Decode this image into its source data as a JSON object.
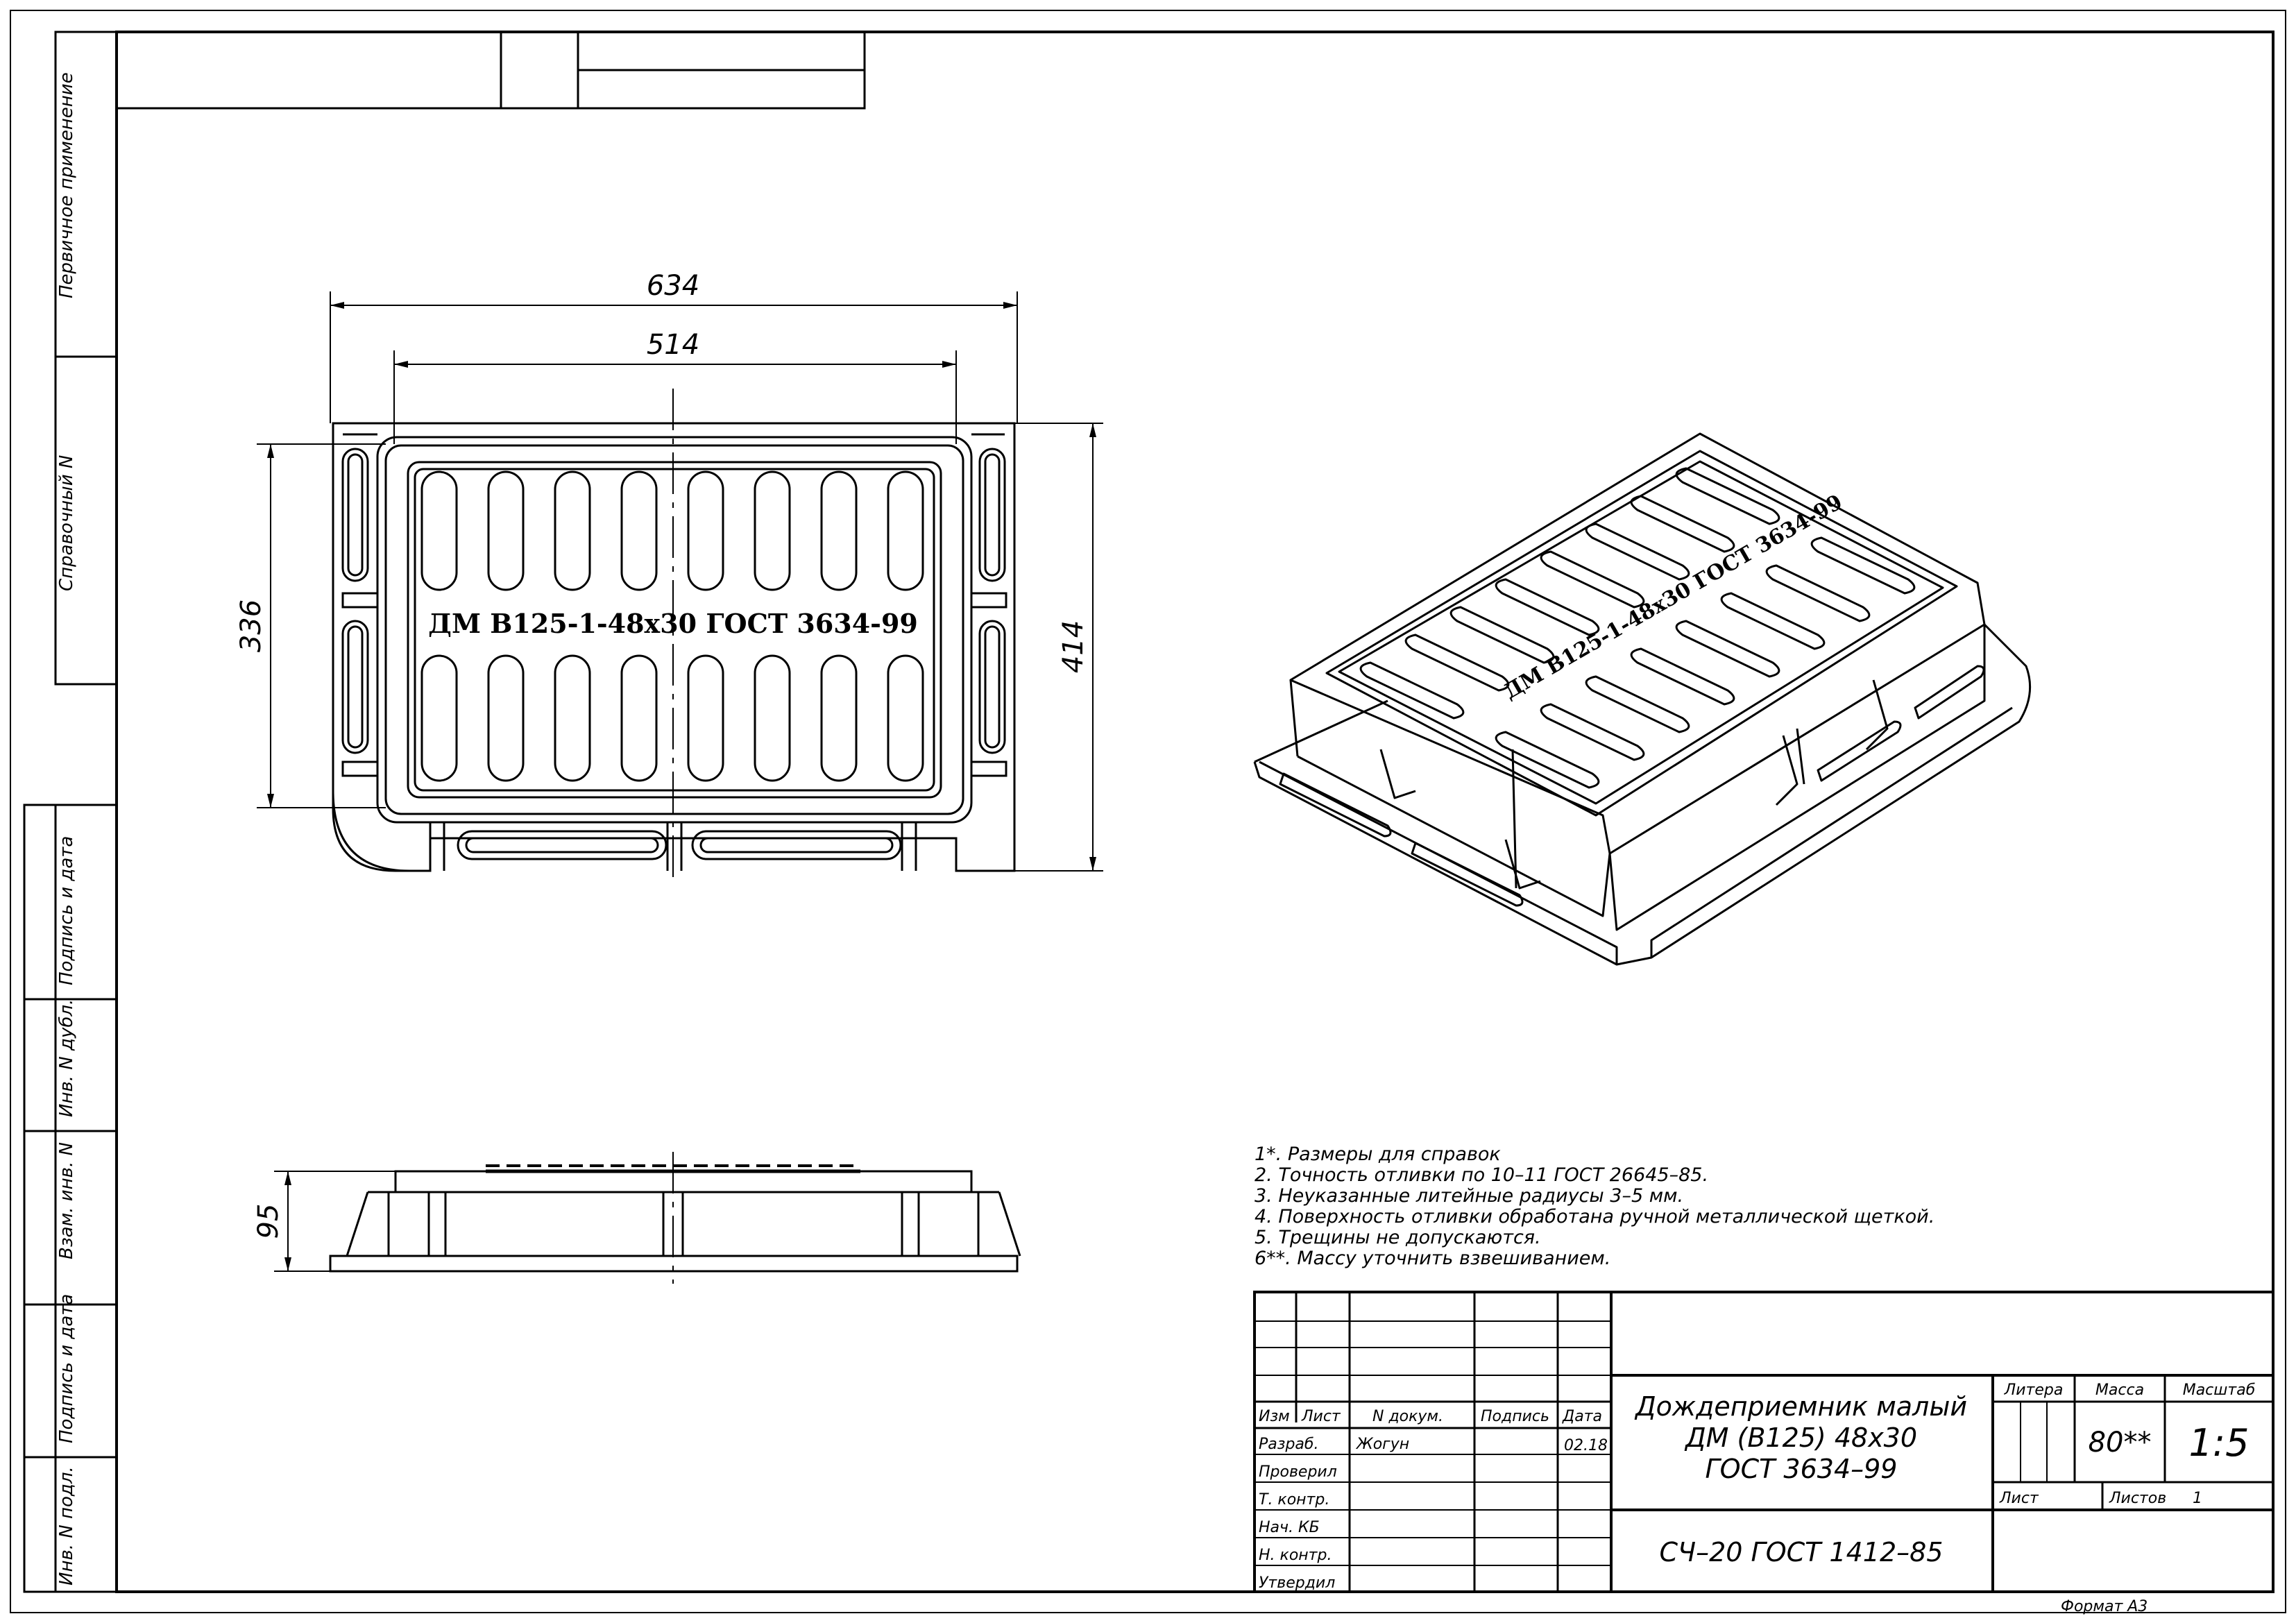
{
  "side_labels": {
    "first_use": "Первичное применение",
    "reference": "Справочный N",
    "sign_date_1": "Подпись и дата",
    "inv_dubl": "Инв. N дубл.",
    "vzam": "Взам. инв. N",
    "sign_date_2": "Подпись и дата",
    "inv_podl": "Инв. N подл."
  },
  "dimensions": {
    "outer_width": "634",
    "inner_width": "514",
    "inner_height": "336",
    "outer_height": "414",
    "height": "95"
  },
  "casting_mark": "ДМ В125-1-48х30 ГОСТ 3634-99",
  "notes": [
    "1*.  Размеры для справок",
    "2.  Точность отливки по 10–11  ГОСТ 26645–85.",
    "3.  Неуказанные литейные радиусы 3–5 мм.",
    "4.  Поверхность отливки обработана ручной металлической щеткой.",
    "5.  Трещины не допускаются.",
    "6**.  Массу уточнить взвешиванием."
  ],
  "title_block": {
    "headers": {
      "izm": "Изм",
      "list": "Лист",
      "doc": "N докум.",
      "sign": "Подпись",
      "date": "Дата"
    },
    "roles": {
      "developer": "Разраб.",
      "checked": "Проверил",
      "tech": "Т. контр.",
      "head": "Нач. КБ",
      "norm": "Н. контр.",
      "approved": "Утвердил"
    },
    "developer_name": "Жогун",
    "developer_date": "02.18",
    "title_line1": "Дождеприемник малый",
    "title_line2": "ДМ (В125) 48х30",
    "title_line3": "ГОСТ 3634–99",
    "material": "СЧ–20  ГОСТ 1412–85",
    "litera_label": "Литера",
    "mass_label": "Масса",
    "scale_label": "Масштаб",
    "mass_value": "80**",
    "scale_value": "1:5",
    "sheet_label": "Лист",
    "sheets_label": "Листов",
    "sheets_value": "1",
    "format": "Формат А3"
  }
}
